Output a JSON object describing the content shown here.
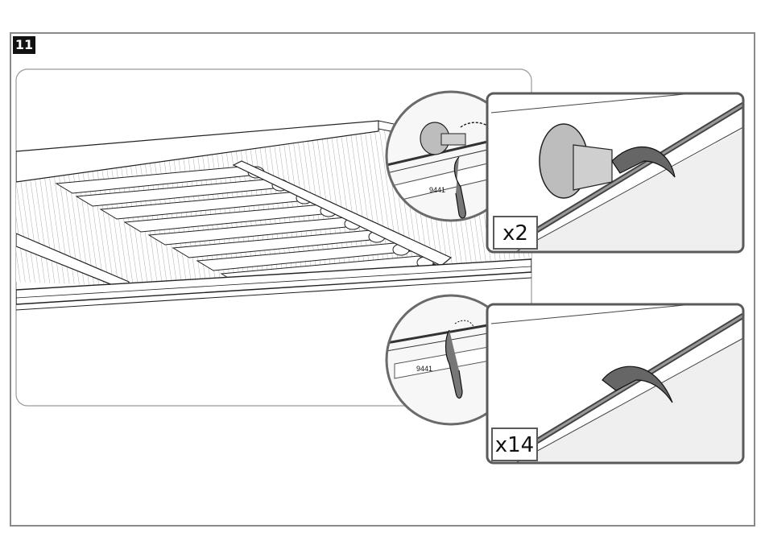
{
  "step_number": "11",
  "detail_top": {
    "part_number": "9441",
    "quantity_label": "x2"
  },
  "detail_bottom": {
    "part_number": "9441",
    "quantity_label": "x14"
  },
  "colors": {
    "frame": "#8a8a8a",
    "detail_border": "#5a5a5a",
    "badge_bg": "#111111",
    "shading": "#f1f1f1"
  },
  "icons": [
    "hook-clip-icon",
    "rotate-arrow-icon",
    "end-cap-icon"
  ]
}
